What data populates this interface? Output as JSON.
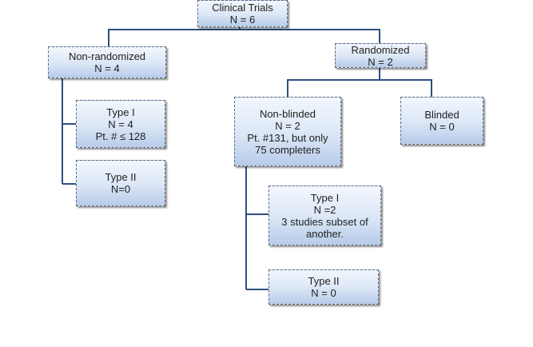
{
  "nodes": {
    "root": {
      "title": "Clinical Trials",
      "count": "N = 6"
    },
    "non_randomized": {
      "title": "Non-randomized",
      "count": "N = 4"
    },
    "randomized": {
      "title": "Randomized",
      "count": "N = 2"
    },
    "nr_type1": {
      "title": "Type I",
      "count": "N = 4",
      "detail": "Pt. #  ≤ 128"
    },
    "nr_type2": {
      "title": "Type II",
      "count": "N=0"
    },
    "non_blinded": {
      "title": "Non-blinded",
      "count": "N = 2",
      "detail": "Pt. #131, but only",
      "detail2": "75 completers"
    },
    "blinded": {
      "title": "Blinded",
      "count": "N = 0"
    },
    "nb_type1": {
      "title": "Type I",
      "count": "N =2",
      "detail": "3 studies subset of",
      "detail2": "another."
    },
    "nb_type2": {
      "title": "Type II",
      "count": "N = 0"
    }
  },
  "colors": {
    "connector": "#2e4f80",
    "box_border": "#5a6a80"
  }
}
